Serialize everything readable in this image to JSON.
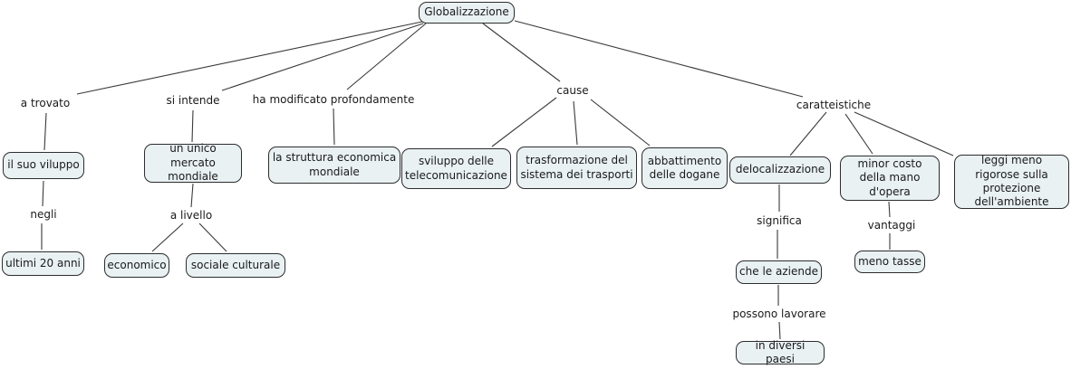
{
  "title": "Globalizzazione concept map",
  "colors": {
    "box_fill": "#e9f1f3",
    "box_border": "#2d2d2d",
    "line": "#3a3a3a",
    "background": "#ffffff",
    "text": "#1a1a1a"
  },
  "nodes": {
    "root": "Globalizzazione",
    "a_trovato": "a trovato",
    "il_suo_viluppo": "il suo viluppo",
    "negli": "negli",
    "ultimi_20_anni": "ultimi 20 anni",
    "si_intende": "si intende",
    "un_unico_mercato": "un unico mercato mondiale",
    "a_livello": "a livello",
    "economico": "economico",
    "sociale_culturale": "sociale culturale",
    "ha_modificato": "ha modificato profondamente",
    "struttura_economica": "la struttura economica mondiale",
    "cause": "cause",
    "sviluppo_telecom": "sviluppo delle telecomunicazione",
    "trasformazione_trasporti": "trasformazione del sistema dei trasporti",
    "abbattimento_dogane": "abbattimento delle dogane",
    "caratteistiche": "caratteistiche",
    "delocalizzazione": "delocalizzazione",
    "minor_costo": "minor costo della mano d'opera",
    "leggi_meno_rigorose": "leggi meno rigorose sulla protezione dell'ambiente",
    "significa": "significa",
    "che_le_aziende": "che le aziende",
    "possono_lavorare": "possono lavorare",
    "in_diversi_paesi": "in diversi paesi",
    "vantaggi": "vantaggi",
    "meno_tasse": "meno tasse"
  },
  "edges": [
    {
      "from": "Globalizzazione",
      "to": "a trovato"
    },
    {
      "from": "Globalizzazione",
      "to": "si intende"
    },
    {
      "from": "Globalizzazione",
      "to": "ha modificato profondamente"
    },
    {
      "from": "Globalizzazione",
      "to": "cause"
    },
    {
      "from": "Globalizzazione",
      "to": "caratteistiche"
    },
    {
      "from": "a trovato",
      "to": "il suo viluppo"
    },
    {
      "from": "il suo viluppo",
      "to": "negli"
    },
    {
      "from": "negli",
      "to": "ultimi 20 anni"
    },
    {
      "from": "si intende",
      "to": "un unico mercato mondiale"
    },
    {
      "from": "un unico mercato mondiale",
      "to": "a livello"
    },
    {
      "from": "a livello",
      "to": "economico"
    },
    {
      "from": "a livello",
      "to": "sociale culturale"
    },
    {
      "from": "ha modificato profondamente",
      "to": "la struttura economica mondiale"
    },
    {
      "from": "cause",
      "to": "sviluppo delle telecomunicazione"
    },
    {
      "from": "cause",
      "to": "trasformazione del sistema dei trasporti"
    },
    {
      "from": "cause",
      "to": "abbattimento delle dogane"
    },
    {
      "from": "caratteistiche",
      "to": "delocalizzazione"
    },
    {
      "from": "caratteistiche",
      "to": "minor costo della mano d'opera"
    },
    {
      "from": "caratteistiche",
      "to": "leggi meno rigorose sulla protezione dell'ambiente"
    },
    {
      "from": "delocalizzazione",
      "to": "significa"
    },
    {
      "from": "significa",
      "to": "che le aziende"
    },
    {
      "from": "che le aziende",
      "to": "possono lavorare"
    },
    {
      "from": "possono lavorare",
      "to": "in diversi paesi"
    },
    {
      "from": "minor costo della mano d'opera",
      "to": "vantaggi"
    },
    {
      "from": "vantaggi",
      "to": "meno tasse"
    }
  ]
}
